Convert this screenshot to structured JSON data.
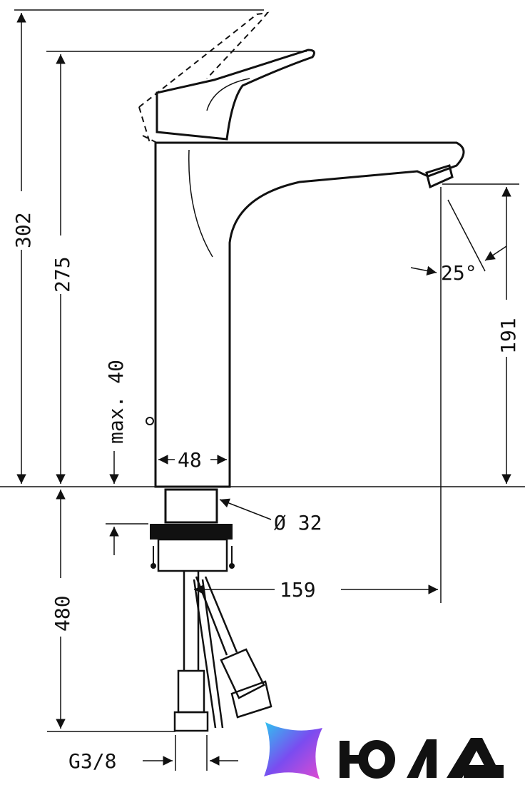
{
  "dimensions": {
    "total_height": "302",
    "handle_height": "275",
    "spout_height": "191",
    "deck_thickness": "max. 40",
    "body_width": "48",
    "shank_diameter": "Ø 32",
    "spout_reach": "159",
    "hose_length": "480",
    "connection": "G3/8",
    "spray_angle": "25°"
  },
  "logo": {
    "text": "ЮЛА",
    "colors": [
      "#2ec4f0",
      "#7a4cf0",
      "#e24bd0"
    ]
  }
}
